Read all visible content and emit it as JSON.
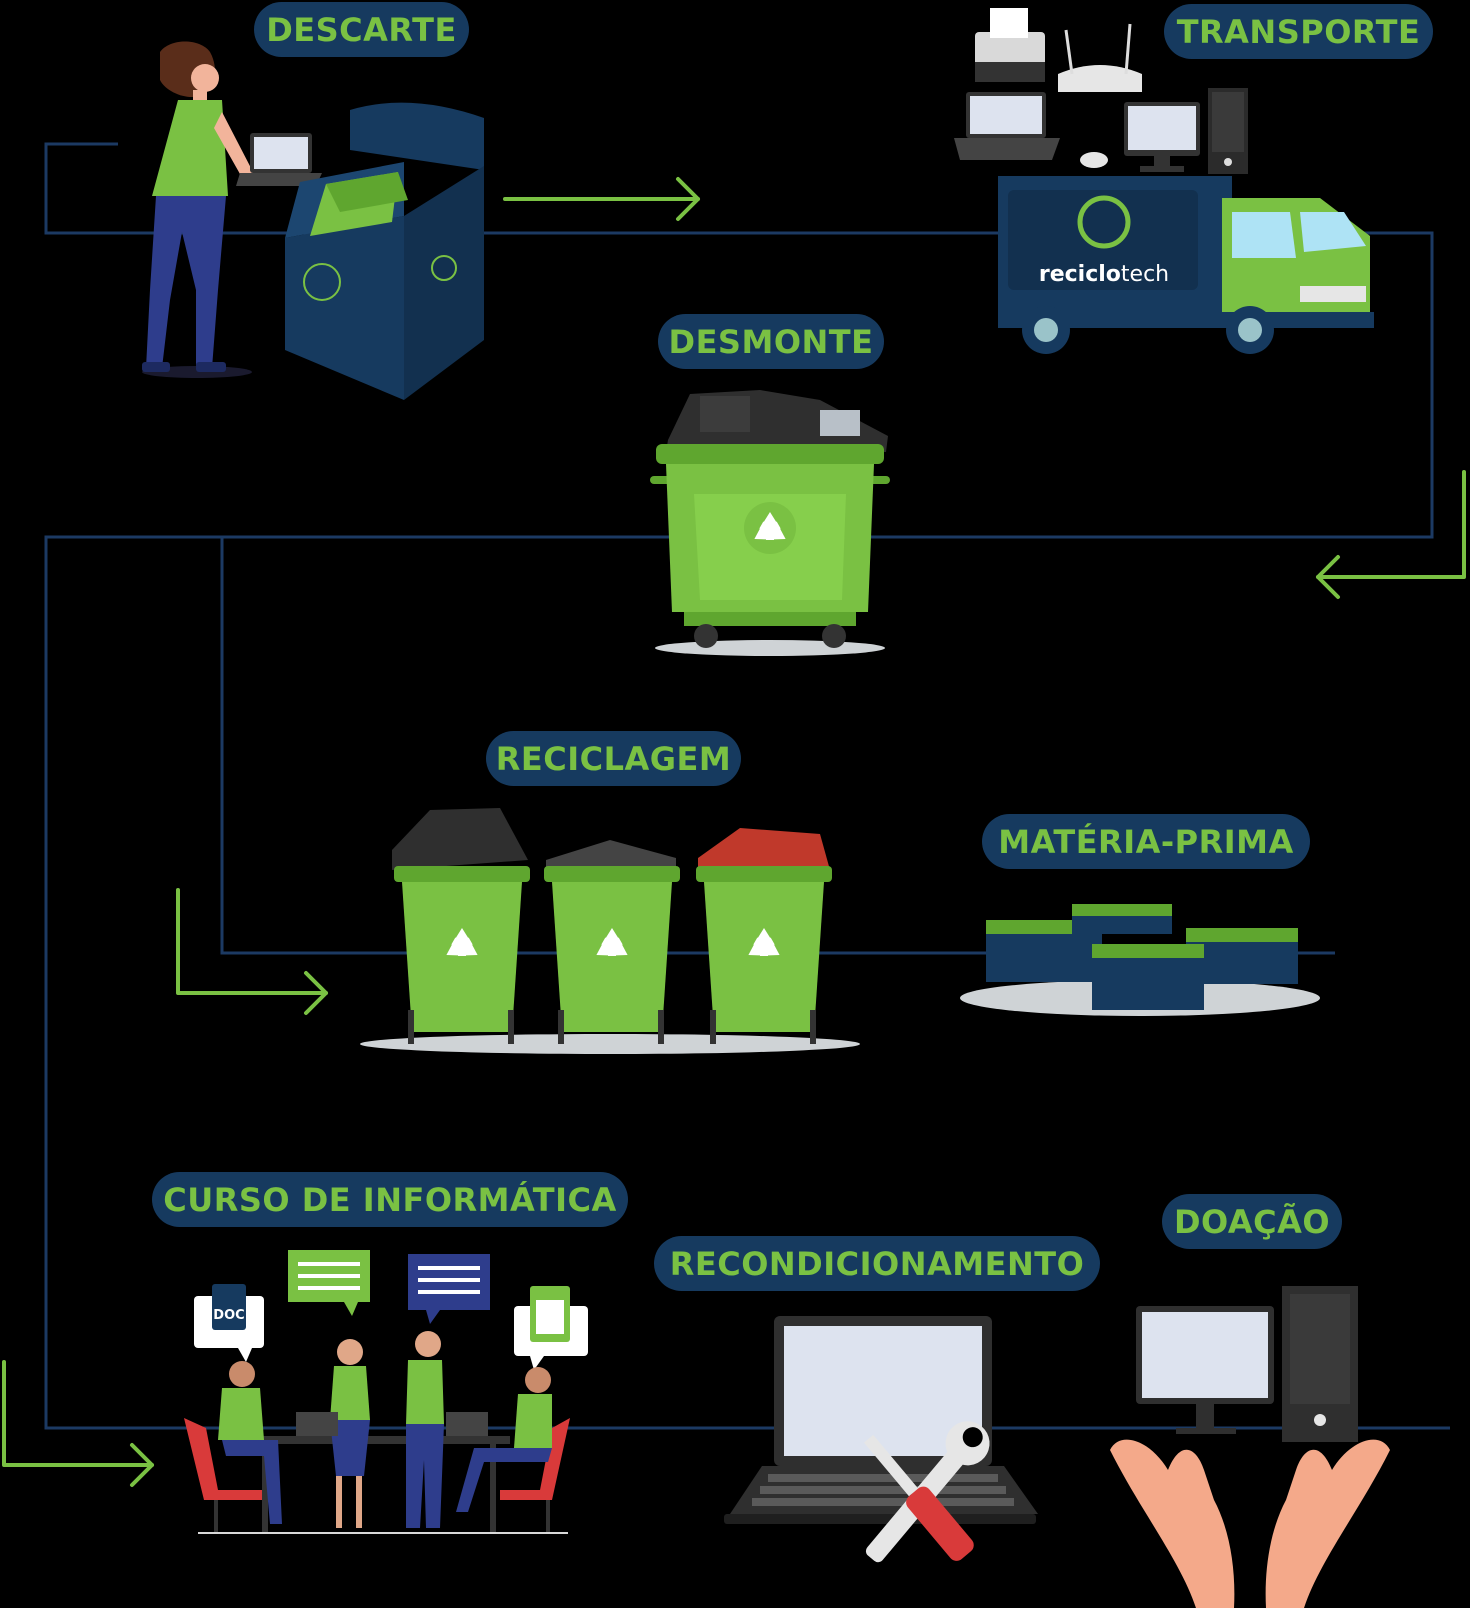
{
  "labels": {
    "descarte": "DESCARTE",
    "transporte": "TRANSPORTE",
    "desmonte": "DESMONTE",
    "reciclagem": "RECICLAGEM",
    "materia_prima": "MATÉRIA-PRIMA",
    "curso": "CURSO DE INFORMÁTICA",
    "recondicionamento": "RECONDICIONAMENTO",
    "doacao": "DOAÇÃO"
  },
  "truck": {
    "brand_bold": "reciclo",
    "brand_light": "tech"
  },
  "bubbles": {
    "doc": "DOC"
  },
  "colors": {
    "background": "#000000",
    "pill_bg": "#163a5f",
    "pill_text": "#7ac143",
    "line": "#1c3a63",
    "arrow": "#7ac143",
    "bin_green": "#7ac143",
    "bin_dark_green": "#5fa62f",
    "navy": "#163a5f"
  }
}
